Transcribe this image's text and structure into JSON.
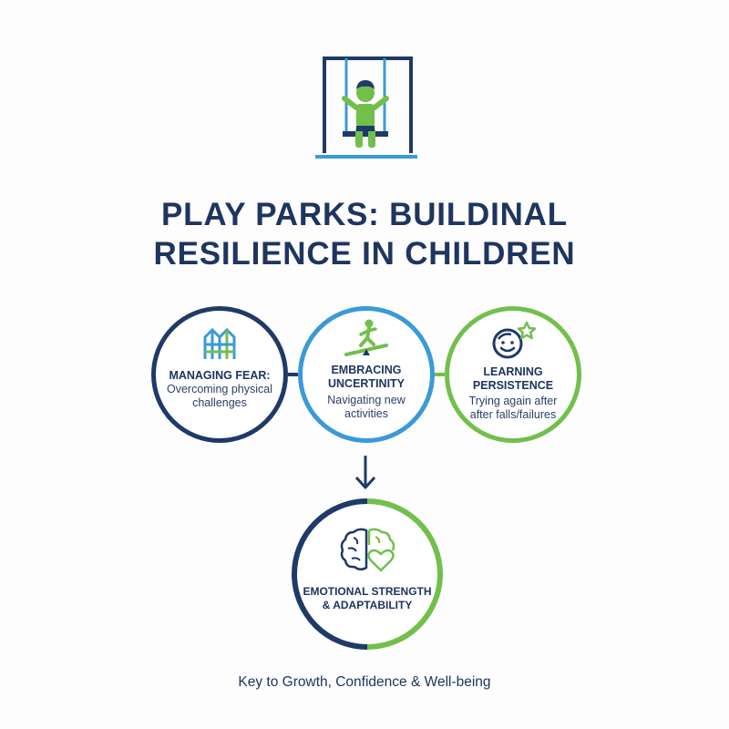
{
  "title": {
    "line1": "PLAY PARKS: BUILDINAL",
    "line2": "RESILIENCE IN CHILDREN"
  },
  "header_icon": "child-on-swing-icon",
  "steps": [
    {
      "icon": "climbing-frame-icon",
      "title_line1": "MANAGING FEAR:",
      "desc_line1": "Overcoming physical",
      "desc_line2": "challenges"
    },
    {
      "icon": "child-on-seesaw-icon",
      "title_line1": "EMBRACING",
      "title_line2": "UNCERTINITY",
      "desc_line1": "Navigating new",
      "desc_line2": "activities"
    },
    {
      "icon": "smiling-face-with-star-icon",
      "title_line1": "LEARNING",
      "title_line2": "PERSISTENCE",
      "desc_line1": "Trying again after",
      "desc_line2": "after falls/failures"
    }
  ],
  "outcome": {
    "icon": "brain-with-heart-icon",
    "line1": "EMOTIONAL STRENGTH",
    "line2": "& ADAPTABILITY"
  },
  "footer": "Key to Growth, Confidence & Well-being",
  "colors": {
    "navy": "#1f3a68",
    "blue": "#3a9ad9",
    "green": "#72bf4b"
  }
}
